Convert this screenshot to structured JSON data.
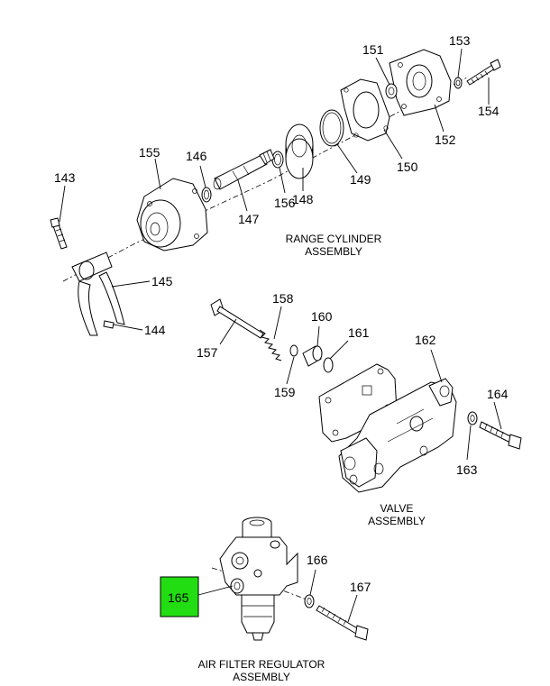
{
  "callouts": {
    "c143": "143",
    "c144": "144",
    "c145": "145",
    "c146": "146",
    "c147": "147",
    "c148": "148",
    "c149": "149",
    "c150": "150",
    "c151": "151",
    "c152": "152",
    "c153": "153",
    "c154": "154",
    "c155": "155",
    "c156": "156",
    "c157": "157",
    "c158": "158",
    "c159": "159",
    "c160": "160",
    "c161": "161",
    "c162": "162",
    "c163": "163",
    "c164": "164",
    "c165": "165",
    "c166": "166",
    "c167": "167"
  },
  "captions": {
    "range_cylinder_1": "RANGE CYLINDER",
    "range_cylinder_2": "ASSEMBLY",
    "valve_1": "VALVE",
    "valve_2": "ASSEMBLY",
    "air_filter_1": "AIR FILTER REGULATOR",
    "air_filter_2": "ASSEMBLY"
  },
  "highlight": {
    "part": "165",
    "color": "#22dd11"
  }
}
